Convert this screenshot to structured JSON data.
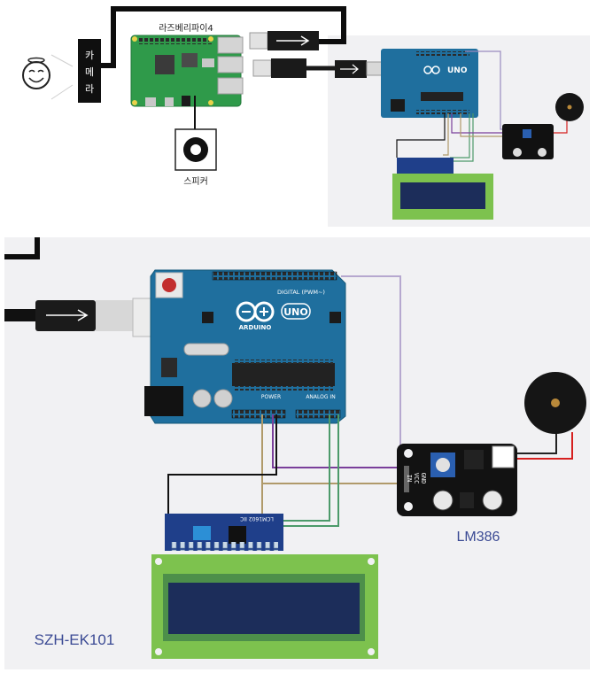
{
  "camera": {
    "label_lines": [
      "카",
      "메",
      "라"
    ]
  },
  "raspberry_pi": {
    "label": "라즈베리파이4"
  },
  "speaker": {
    "label": "스피커"
  },
  "arduino": {
    "brand": "ARDUINO",
    "model": "UNO",
    "digital_header": "DIGITAL (PWM~)",
    "power_header": "POWER",
    "analog_header": "ANALOG IN"
  },
  "amp_module": {
    "label": "LM386",
    "pins": [
      "GND",
      "VCC",
      "IN"
    ]
  },
  "lcd": {
    "label": "SZH-EK101",
    "backpack_text": "LCM1602 IIC"
  },
  "colors": {
    "arduino_blue": "#1f6f9e",
    "lcd_green": "#7dc24e",
    "lcd_screen": "#1c2d5a",
    "wire_purple": "#7a3f9a",
    "wire_tan": "#b09a6a",
    "wire_green": "#4c9a6a",
    "wire_red": "#d6201f"
  }
}
